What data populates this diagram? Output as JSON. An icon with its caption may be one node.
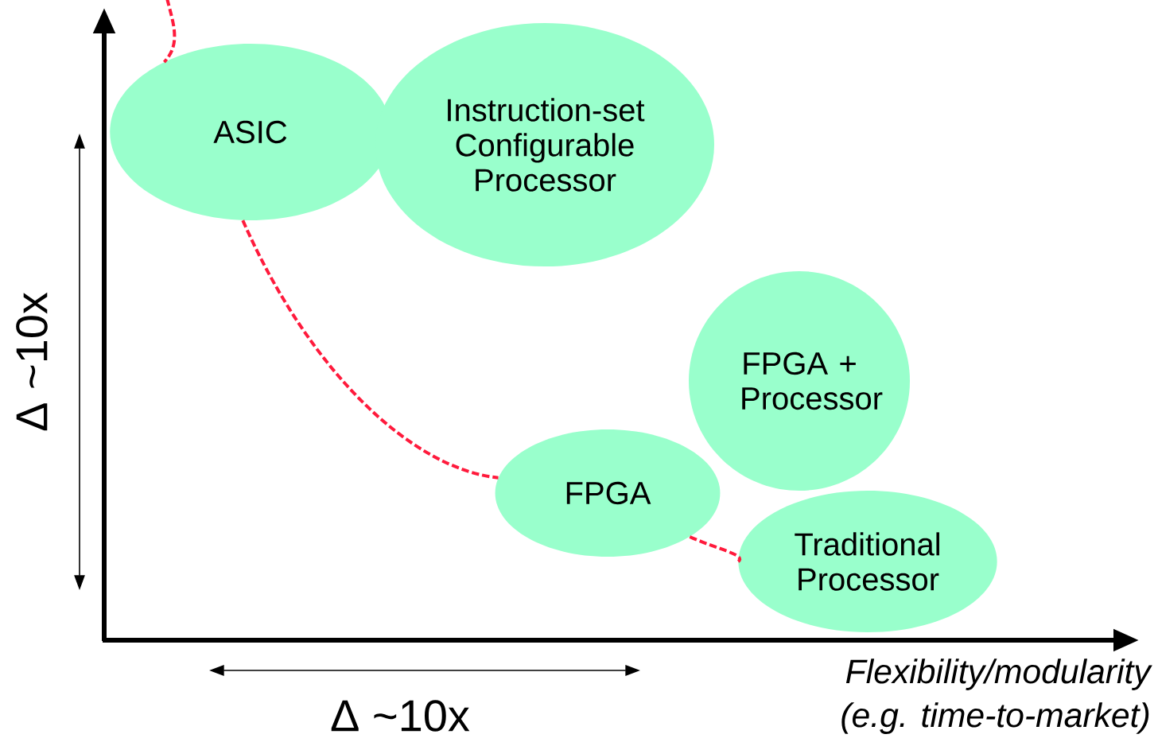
{
  "diagram": {
    "nodes": [
      {
        "text": [
          "ASIC"
        ]
      },
      {
        "text": [
          "Instruction-set Configurable Processor"
        ]
      },
      {
        "text": [
          "FPGA + Processor"
        ]
      },
      {
        "text": [
          "FPGA"
        ]
      },
      {
        "text": [
          "Traditional Processor"
        ]
      }
    ],
    "edges": [
      {
        "from": null,
        "to": 0,
        "arrow": "none",
        "style": "dashed",
        "color": "#ff1a3c"
      },
      {
        "from": 0,
        "to": 3,
        "arrow": "none",
        "style": "dashed",
        "color": "#ff1a3c"
      },
      {
        "from": 3,
        "to": 4,
        "arrow": "none",
        "style": "dashed",
        "color": "#ff1a3c"
      }
    ],
    "labels": [
      "Δ ~10x",
      "Δ ~10x",
      "Flexibility/modularity",
      "(e.g. time-to-market)"
    ]
  }
}
